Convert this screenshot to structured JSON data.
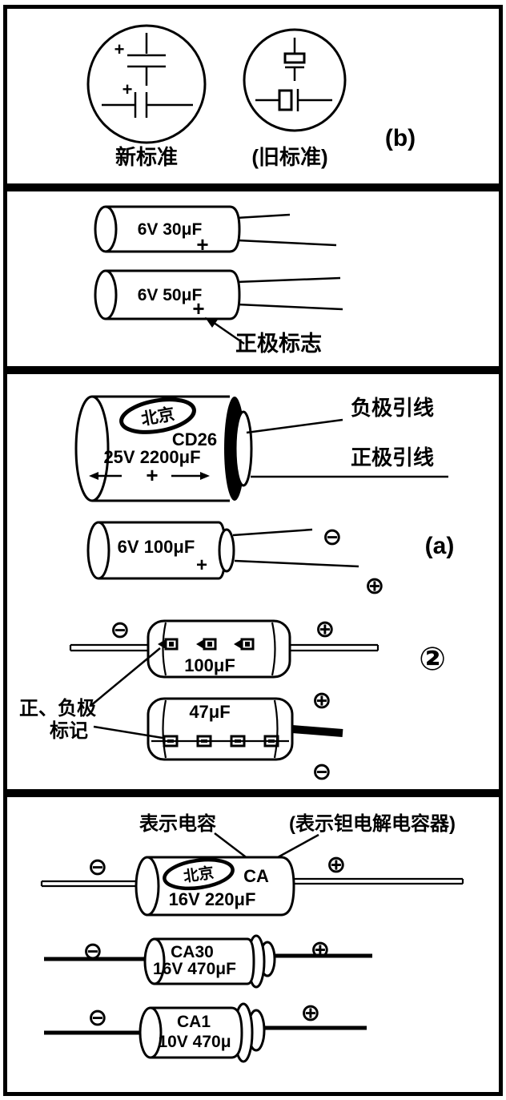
{
  "panel_b": {
    "new_std_label": "新标准",
    "old_std_label": "(旧标准)",
    "fig_label": "(b)",
    "new_vertical_plus": "+",
    "new_horizontal_plus": "+"
  },
  "panel_sleeve": {
    "cap1_rating": "6V 30μF",
    "cap1_plus": "+",
    "cap2_rating": "6V 50μF",
    "cap2_plus": "+",
    "positive_mark_label": "正极标志"
  },
  "panel_a": {
    "fig_label": "(a)",
    "circled_two": "②",
    "big_cap": {
      "brand": "北京",
      "model": "CD26",
      "rating": "25V 2200μF",
      "plus": "+"
    },
    "neg_lead_label": "负极引线",
    "pos_lead_label": "正极引线",
    "cap100": {
      "rating": "6V 100μF",
      "plus": "+",
      "minus_sym": "⊖",
      "plus_sym": "⊕"
    },
    "axial": {
      "rating": "100μF",
      "minus_sym": "⊖",
      "plus_sym": "⊕"
    },
    "cap47": {
      "rating": "47μF",
      "plus_sym": "⊕",
      "minus_sym": "⊖"
    },
    "marks_label_line1": "正、负极",
    "marks_label_line2": "标记"
  },
  "panel_ta": {
    "cap_note": "表示电容",
    "ta_note": "(表示钽电解电容器)",
    "cap1": {
      "brand": "北京",
      "model": "CA",
      "rating": "16V 220μF",
      "minus_sym": "⊖",
      "plus_sym": "⊕"
    },
    "cap2": {
      "model": "CA30",
      "rating": "16V 470μF",
      "minus_sym": "⊖",
      "plus_sym": "⊕"
    },
    "cap3": {
      "model": "CA1",
      "rating": "10V 470μ",
      "minus_sym": "⊖",
      "plus_sym": "⊕"
    }
  }
}
